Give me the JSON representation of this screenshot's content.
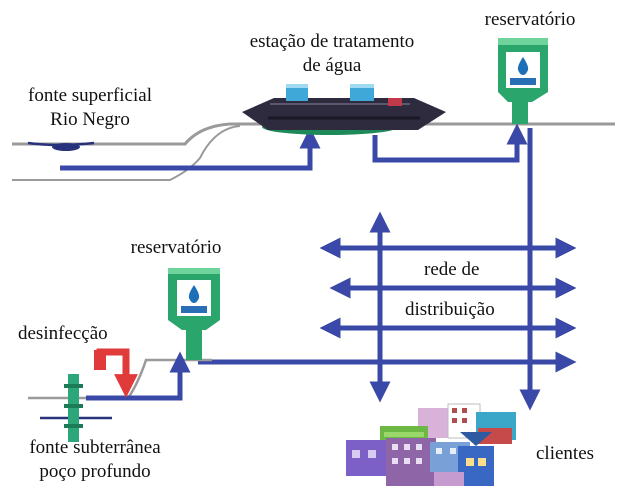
{
  "labels": {
    "treatment_line1": "estação de tratamento",
    "treatment_line2": "de água",
    "reservoir_top": "reservatório",
    "surface_line1": "fonte superficial",
    "surface_line2": "Rio Negro",
    "reservoir_bottom": "reservatório",
    "distribution_line1": "rede de",
    "distribution_line2": "distribuição",
    "disinfection": "desinfecção",
    "ground_line1": "fonte subterrânea",
    "ground_line2": "poço profundo",
    "customers": "clientes"
  },
  "colors": {
    "pipe": "#3a48a8",
    "ground": "#9a9a9a",
    "reservoir_tank": "#2aa56b",
    "reservoir_badge": "#ffffff",
    "treatment_station": "#2e2b3e",
    "treatment_roof": "#3fa8d8",
    "disinfection_pipe": "#e03a3a",
    "well": "#2ba77a"
  },
  "icons": [
    "reservoir-icon",
    "treatment-station-icon",
    "well-icon",
    "customer-buildings-icon",
    "water-drop-icon"
  ]
}
